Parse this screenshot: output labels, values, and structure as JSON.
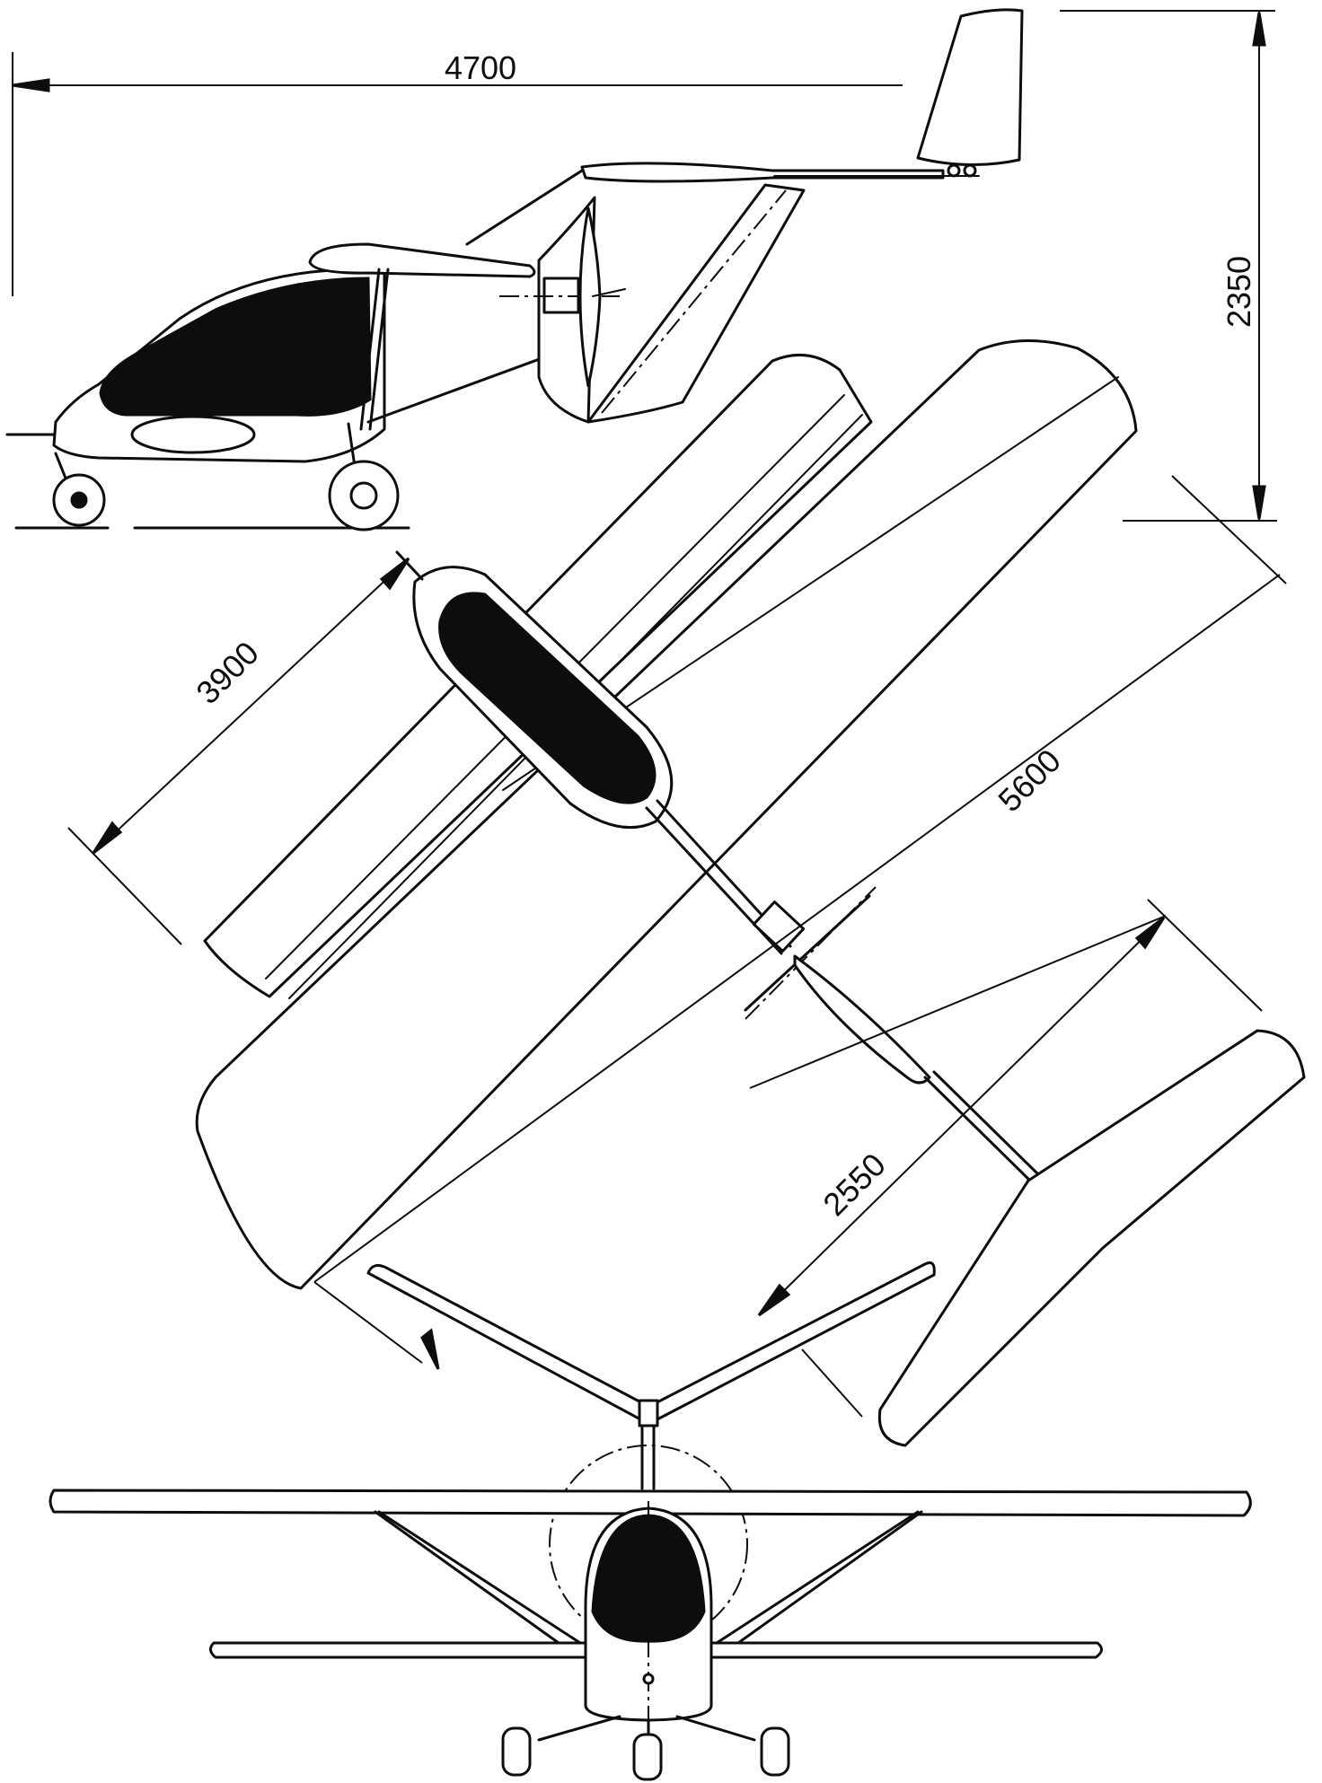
{
  "dimensions": {
    "length": "4700",
    "height": "2350",
    "span_upper": "5600",
    "span_lower": "3900",
    "tailplane_span": "2550"
  },
  "colors": {
    "ink": "#0d0d0d",
    "paper": "#ffffff"
  }
}
